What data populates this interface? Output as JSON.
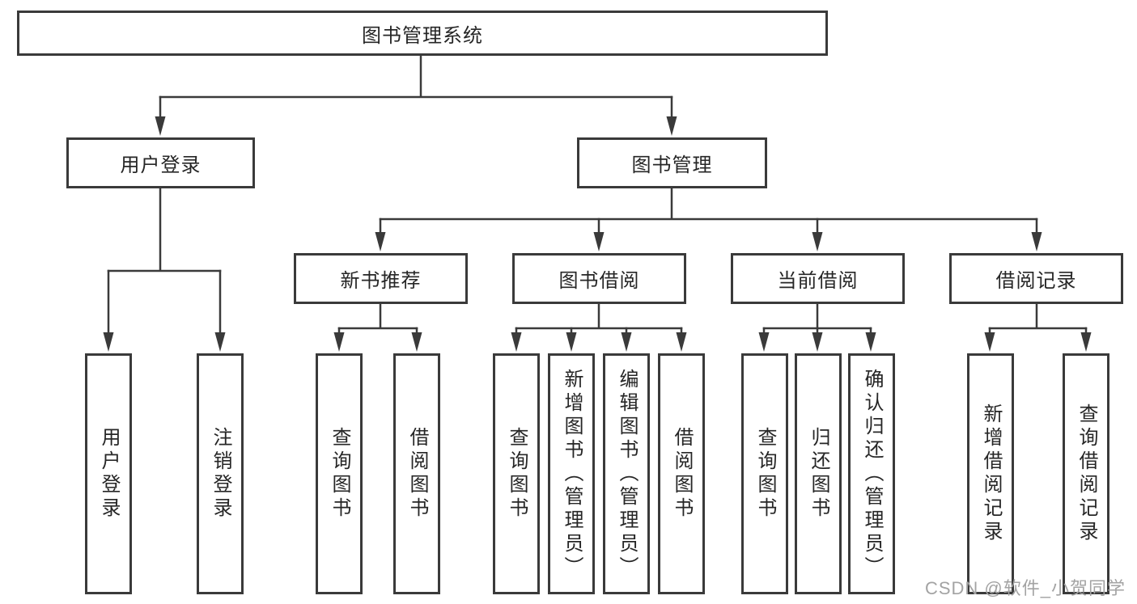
{
  "diagram": {
    "title": "图书管理系统",
    "watermark": "CSDN @软件_小贺同学",
    "colors": {
      "line": "#3a3a3a",
      "box_border": "#3a3a3a",
      "text": "#262626",
      "watermark": "#a3a3a3",
      "background": "#ffffff"
    },
    "tree": {
      "root": {
        "label": "图书管理系统"
      },
      "level2": [
        {
          "label": "用户登录",
          "children": [
            "用户登录",
            "注销登录"
          ]
        },
        {
          "label": "图书管理",
          "children": [
            {
              "label": "新书推荐",
              "children": [
                "查询图书",
                "借阅图书"
              ]
            },
            {
              "label": "图书借阅",
              "children": [
                "查询图书",
                "新增图书（管理员）",
                "编辑图书（管理员）",
                "借阅图书"
              ]
            },
            {
              "label": "当前借阅",
              "children": [
                "查询图书",
                "归还图书",
                "确认归还（管理员）"
              ]
            },
            {
              "label": "借阅记录",
              "children": [
                "新增借阅记录",
                "查询借阅记录"
              ]
            }
          ]
        }
      ]
    }
  }
}
